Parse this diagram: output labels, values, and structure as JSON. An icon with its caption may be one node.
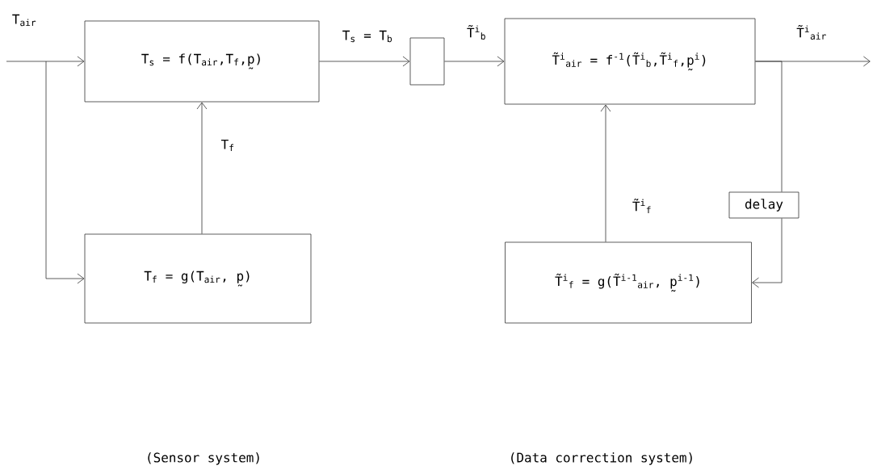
{
  "diagram": {
    "nodes": [
      {
        "text": [
          "T$_{s}$ = f(T$_{air}$,T$_{f}$,p̰)"
        ]
      },
      {
        "text": [],
        "shape": "box"
      },
      {
        "text": [
          "T̃$^{i}$$_{air}$ = f$^{-1}$(T̃$^{i}$$_{b}$,T̃$^{i}$$_{f}$,p̰$^{i}$)"
        ]
      },
      {
        "text": [
          "T$_{f}$ = g(T$_{air}$, p̰)"
        ]
      },
      {
        "text": [
          "delay"
        ]
      },
      {
        "text": [
          "T̃$^{i}$$_{f}$ = g(T̃$^{i-1}$$_{air}$, p̰$^{i-1}$)"
        ]
      }
    ],
    "edges": [
      {
        "from": null,
        "to": 0,
        "arrow": "to",
        "label": "T$_{air}$"
      },
      {
        "from": null,
        "to": 3,
        "arrow": "to"
      },
      {
        "from": 3,
        "to": 0,
        "arrow": "to",
        "label": "T$_{f}$"
      },
      {
        "from": 0,
        "to": 1,
        "arrow": "to",
        "label": "T$_{s}$ = T$_{b}$"
      },
      {
        "from": 1,
        "to": 2,
        "arrow": "to",
        "label": "T̃$^{i}$$_{b}$"
      },
      {
        "from": 2,
        "to": null,
        "arrow": "to",
        "label": "T̃$^{i}$$_{air}$"
      },
      {
        "from": 2,
        "to": 4,
        "arrow": "none"
      },
      {
        "from": 4,
        "to": 5,
        "arrow": "to"
      },
      {
        "from": 5,
        "to": 2,
        "arrow": "to",
        "label": "T̃$^{i}$$_{f}$"
      }
    ],
    "labels": [
      "(Sensor system)",
      "(Data correction system)"
    ]
  }
}
